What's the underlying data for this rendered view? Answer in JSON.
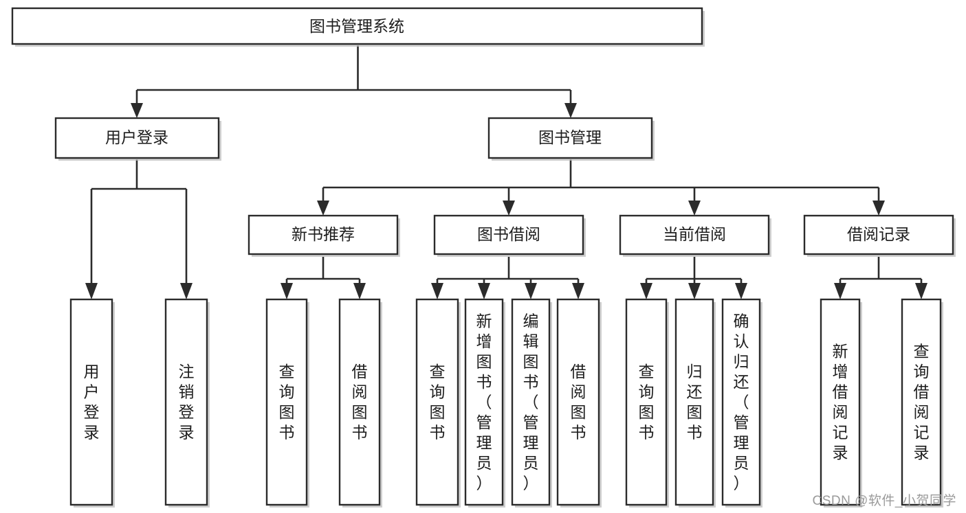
{
  "diagram": {
    "title": "图书管理系统",
    "type": "hierarchy-tree",
    "watermark": "CSDN @软件_小贺同学",
    "levels": [
      {
        "level": 1,
        "nodes": [
          {
            "id": "root",
            "label": "图书管理系统",
            "orientation": "horizontal"
          }
        ]
      },
      {
        "level": 2,
        "nodes": [
          {
            "id": "login",
            "label": "用户登录",
            "orientation": "horizontal",
            "parent": "root"
          },
          {
            "id": "bookmgr",
            "label": "图书管理",
            "orientation": "horizontal",
            "parent": "root"
          }
        ]
      },
      {
        "level": 3,
        "nodes": [
          {
            "id": "newbook",
            "label": "新书推荐",
            "orientation": "horizontal",
            "parent": "bookmgr"
          },
          {
            "id": "borrow",
            "label": "图书借阅",
            "orientation": "horizontal",
            "parent": "bookmgr"
          },
          {
            "id": "current",
            "label": "当前借阅",
            "orientation": "horizontal",
            "parent": "bookmgr"
          },
          {
            "id": "records",
            "label": "借阅记录",
            "orientation": "horizontal",
            "parent": "bookmgr"
          }
        ]
      },
      {
        "level": 4,
        "nodes": [
          {
            "id": "leaf-1",
            "label": "用户登录",
            "orientation": "vertical",
            "parent": "login"
          },
          {
            "id": "leaf-2",
            "label": "注销登录",
            "orientation": "vertical",
            "parent": "login"
          },
          {
            "id": "leaf-3",
            "label": "查询图书",
            "orientation": "vertical",
            "parent": "newbook"
          },
          {
            "id": "leaf-4",
            "label": "借阅图书",
            "orientation": "vertical",
            "parent": "newbook"
          },
          {
            "id": "leaf-5",
            "label": "查询图书",
            "orientation": "vertical",
            "parent": "borrow"
          },
          {
            "id": "leaf-6",
            "label": "新增图书（管理员）",
            "orientation": "vertical",
            "parent": "borrow"
          },
          {
            "id": "leaf-7",
            "label": "编辑图书（管理员）",
            "orientation": "vertical",
            "parent": "borrow"
          },
          {
            "id": "leaf-8",
            "label": "借阅图书",
            "orientation": "vertical",
            "parent": "borrow"
          },
          {
            "id": "leaf-9",
            "label": "查询图书",
            "orientation": "vertical",
            "parent": "current"
          },
          {
            "id": "leaf-10",
            "label": "归还图书",
            "orientation": "vertical",
            "parent": "current"
          },
          {
            "id": "leaf-11",
            "label": "确认归还（管理员）",
            "orientation": "vertical",
            "parent": "current"
          },
          {
            "id": "leaf-12",
            "label": "新增借阅记录",
            "orientation": "vertical",
            "parent": "records"
          },
          {
            "id": "leaf-13",
            "label": "查询借阅记录",
            "orientation": "vertical",
            "parent": "records"
          }
        ]
      }
    ],
    "colors": {
      "box_fill": "#ffffff",
      "box_stroke": "#2b2b2b",
      "text": "#1d1d1d",
      "watermark": "#9a9a9a",
      "background": "#ffffff"
    }
  }
}
